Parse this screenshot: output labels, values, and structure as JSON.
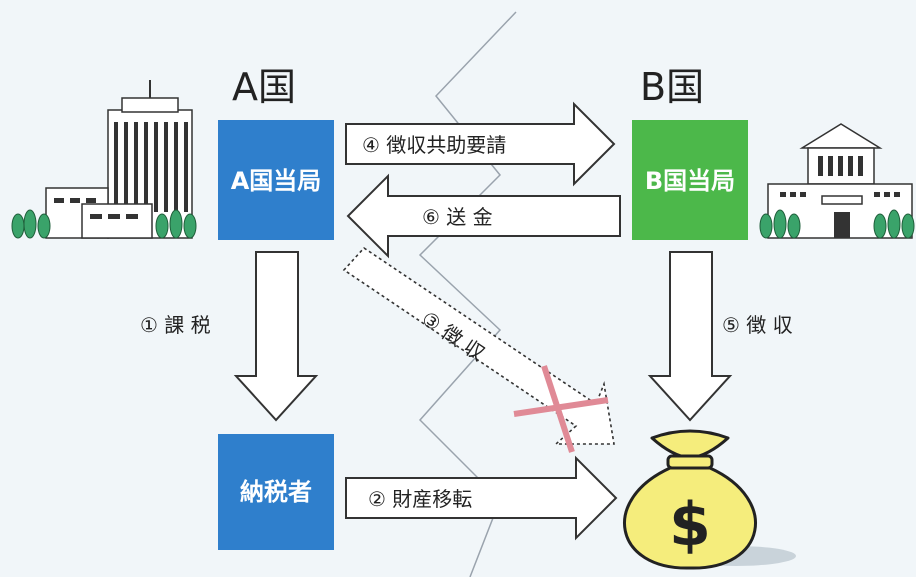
{
  "colors": {
    "background": "#f1f6f9",
    "country_a_box": "#2f7fcc",
    "country_b_box": "#4cb84a",
    "cross": "#e08a96",
    "money_bag": "#f5ed7c",
    "border_line": "#9aa3ad"
  },
  "countries": {
    "a": "A国",
    "b": "B国"
  },
  "boxes": {
    "authority_a": "A国当局",
    "authority_b": "B国当局",
    "taxpayer": "納税者"
  },
  "steps": {
    "s1": "① 課 税",
    "s2": "② 財産移転",
    "s3": "③ 徴 収",
    "s4": "④ 徴収共助要請",
    "s5": "⑤ 徴 収",
    "s6": "⑥ 送 金"
  },
  "icons": {
    "building_a": "office-building-icon",
    "building_b": "government-building-icon",
    "money": "money-bag-icon",
    "currency_symbol": "$"
  }
}
